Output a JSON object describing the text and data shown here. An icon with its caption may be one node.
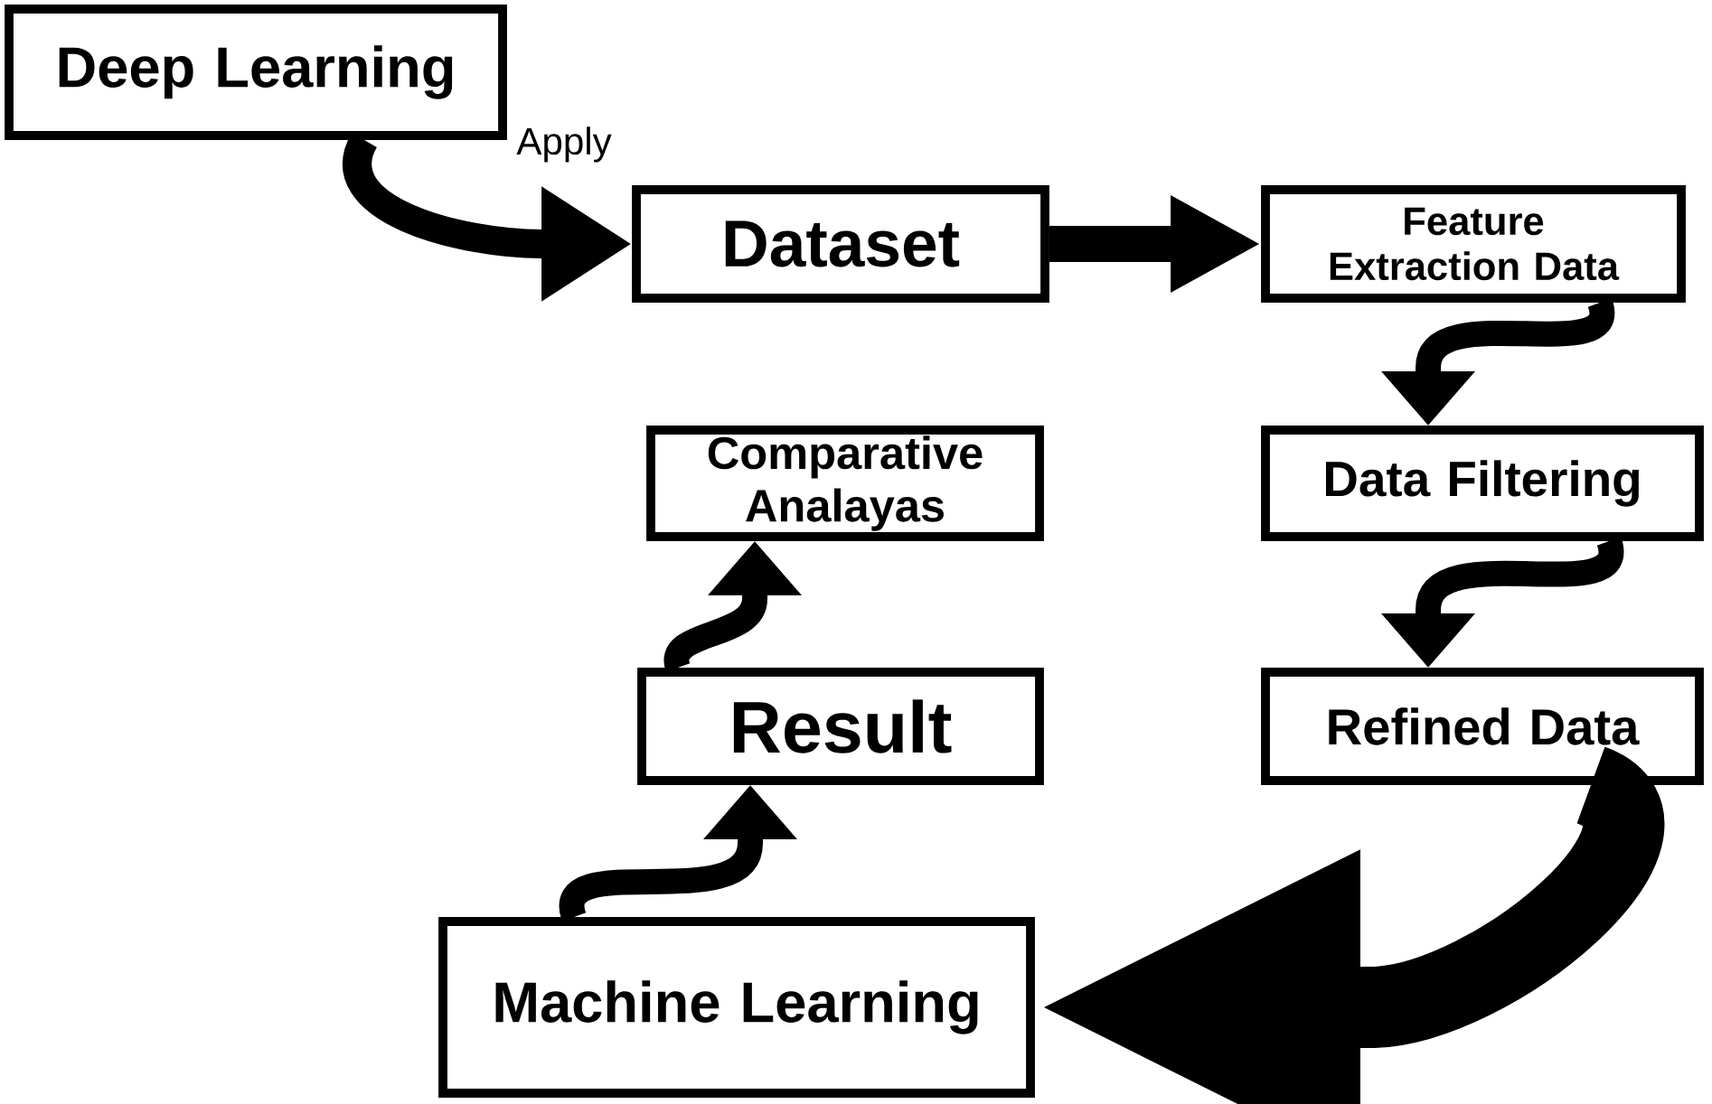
{
  "diagram": {
    "nodes": [
      {
        "text": [
          "Deep Learning"
        ]
      },
      {
        "text": [
          "Dataset"
        ]
      },
      {
        "text": [
          "Feature Extraction Data"
        ]
      },
      {
        "text": [
          "Data Filtering"
        ]
      },
      {
        "text": [
          "Refined Data"
        ]
      },
      {
        "text": [
          "Comparative Analayas"
        ]
      },
      {
        "text": [
          "Result"
        ]
      },
      {
        "text": [
          "Machine Learning"
        ]
      }
    ],
    "edges": [
      {
        "from": 0,
        "to": 1,
        "arrow": "to",
        "label": "Apply"
      },
      {
        "from": 1,
        "to": 2,
        "arrow": "to"
      },
      {
        "from": 2,
        "to": 3,
        "arrow": "to"
      },
      {
        "from": 3,
        "to": 4,
        "arrow": "to"
      },
      {
        "from": 4,
        "to": 7,
        "arrow": "to",
        "style": "thick"
      },
      {
        "from": 7,
        "to": 6,
        "arrow": "to"
      },
      {
        "from": 6,
        "to": 5,
        "arrow": "to"
      }
    ]
  }
}
